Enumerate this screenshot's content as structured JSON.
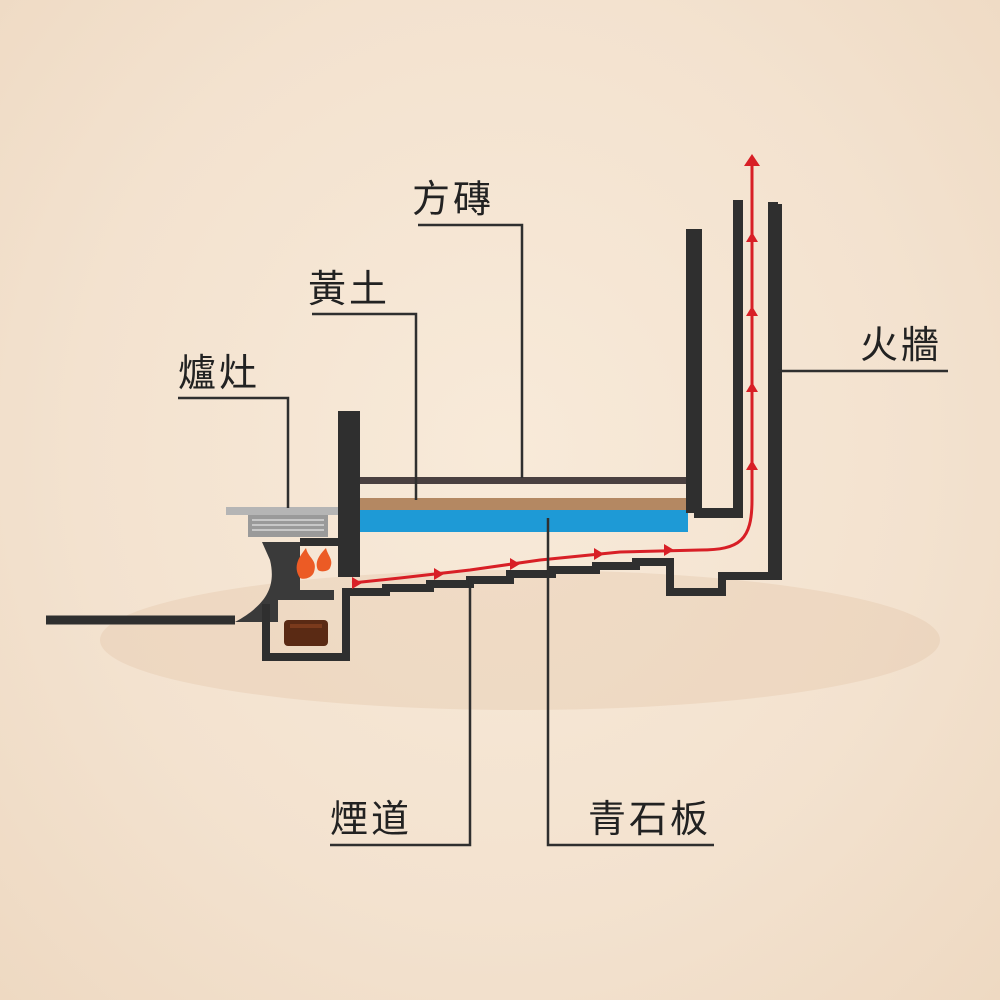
{
  "labels": {
    "brick": "方磚",
    "loess": "黃土",
    "stove": "爐灶",
    "fire_wall": "火牆",
    "flue": "煙道",
    "bluestone": "青石板"
  },
  "colors": {
    "structure": "#2f2f2f",
    "flow_arrow": "#d81f26",
    "bluestone": "#1e9ad6",
    "loess": "#b48862",
    "flame": "#ec5b25",
    "ember": "#5a2a14",
    "pot": "#b5b5b5"
  }
}
